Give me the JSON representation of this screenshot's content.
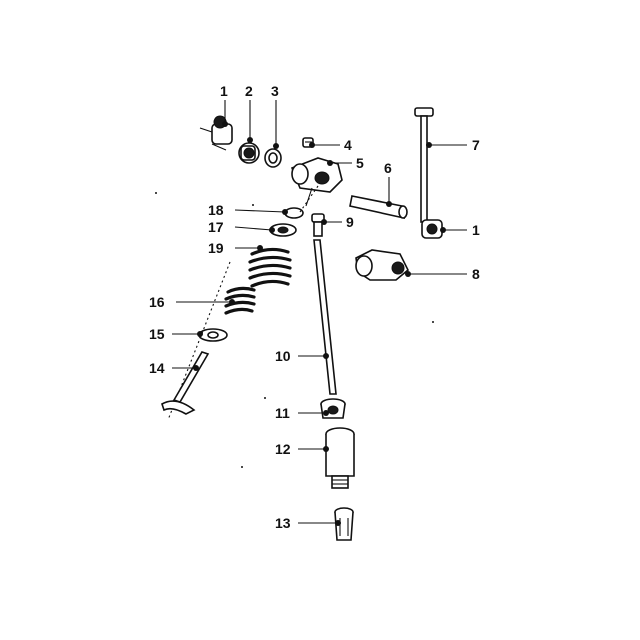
{
  "diagram": {
    "labels": {
      "p1a": "1",
      "p2": "2",
      "p3": "3",
      "p4": "4",
      "p5": "5",
      "p6": "6",
      "p7": "7",
      "p1b": "1",
      "p8": "8",
      "p9": "9",
      "p18": "18",
      "p17": "17",
      "p19": "19",
      "p16": "16",
      "p15": "15",
      "p14": "14",
      "p10": "10",
      "p11": "11",
      "p12": "12",
      "p13": "13"
    }
  }
}
